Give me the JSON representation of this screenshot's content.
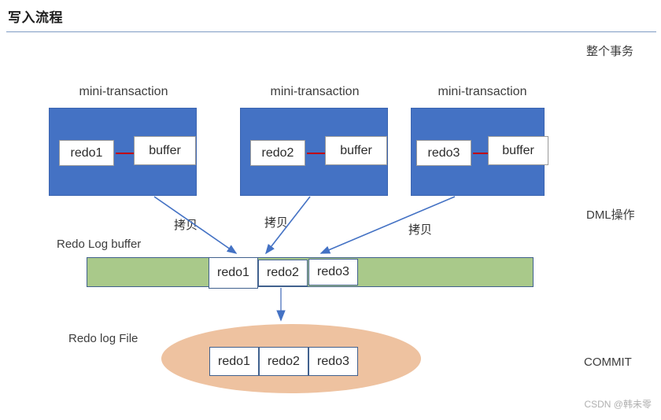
{
  "header": {
    "title": "写入流程"
  },
  "right_labels": {
    "transaction": "整个事务",
    "dml": "DML操作",
    "commit": "COMMIT"
  },
  "mini_transactions": [
    {
      "caption": "mini-transaction",
      "source_label": "redo1",
      "target_label": "buffer",
      "copy_label": "拷贝"
    },
    {
      "caption": "mini-transaction",
      "source_label": "redo2",
      "target_label": "buffer",
      "copy_label": "拷贝"
    },
    {
      "caption": "mini-transaction",
      "source_label": "redo3",
      "target_label": "buffer",
      "copy_label": "拷贝"
    }
  ],
  "redo_log_buffer": {
    "label": "Redo Log buffer",
    "cells": [
      "redo1",
      "redo2",
      "redo3"
    ]
  },
  "redo_log_file": {
    "label": "Redo log File",
    "cells": [
      "redo1",
      "redo2",
      "redo3"
    ]
  },
  "watermark": {
    "text": "CSDN @韩未零"
  },
  "colors": {
    "mini_transaction_fill": "#4472C4",
    "redo_buffer_fill": "#A9C98A",
    "redo_file_fill": "#EEC2A0",
    "red_arrow": "#C00000",
    "blue_arrow": "#4472C4",
    "divider": "#7F9BC4"
  }
}
